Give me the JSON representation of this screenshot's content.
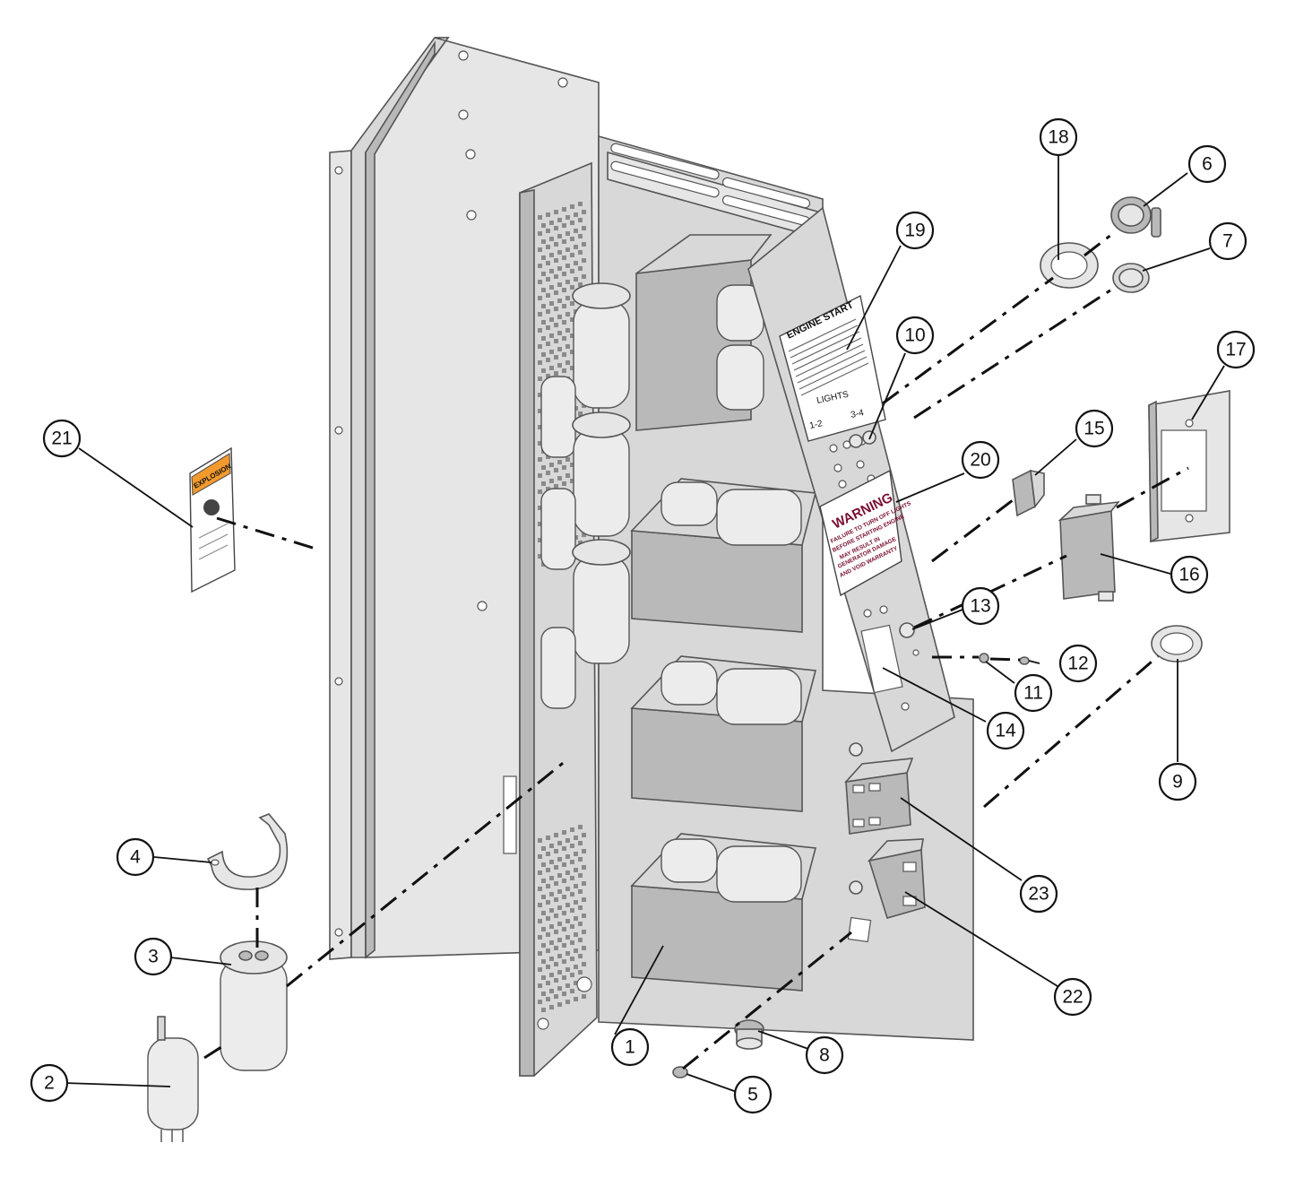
{
  "diagram": {
    "callouts": [
      {
        "id": "1",
        "label": "1"
      },
      {
        "id": "2",
        "label": "2"
      },
      {
        "id": "3",
        "label": "3"
      },
      {
        "id": "4",
        "label": "4"
      },
      {
        "id": "5",
        "label": "5"
      },
      {
        "id": "6",
        "label": "6"
      },
      {
        "id": "7",
        "label": "7"
      },
      {
        "id": "8",
        "label": "8"
      },
      {
        "id": "9",
        "label": "9"
      },
      {
        "id": "10",
        "label": "10"
      },
      {
        "id": "11",
        "label": "11"
      },
      {
        "id": "12",
        "label": "12"
      },
      {
        "id": "13",
        "label": "13"
      },
      {
        "id": "14",
        "label": "14"
      },
      {
        "id": "15",
        "label": "15"
      },
      {
        "id": "16",
        "label": "16"
      },
      {
        "id": "17",
        "label": "17"
      },
      {
        "id": "18",
        "label": "18"
      },
      {
        "id": "19",
        "label": "19"
      },
      {
        "id": "20",
        "label": "20"
      },
      {
        "id": "21",
        "label": "21"
      },
      {
        "id": "22",
        "label": "22"
      },
      {
        "id": "23",
        "label": "23"
      }
    ],
    "panel_labels": {
      "engine_start_title": "ENGINE START",
      "lights_label": "LIGHTS",
      "lights_left": "1-2",
      "lights_right": "3-4",
      "warning_title": "WARNING",
      "warning_lines": [
        "FAILURE TO TURN OFF LIGHTS",
        "BEFORE STARTING ENGINE",
        "MAY RESULT IN",
        "GENERATOR DAMAGE",
        "AND VOID WARRANTY"
      ]
    },
    "decal_label": "EXPLOSION"
  }
}
